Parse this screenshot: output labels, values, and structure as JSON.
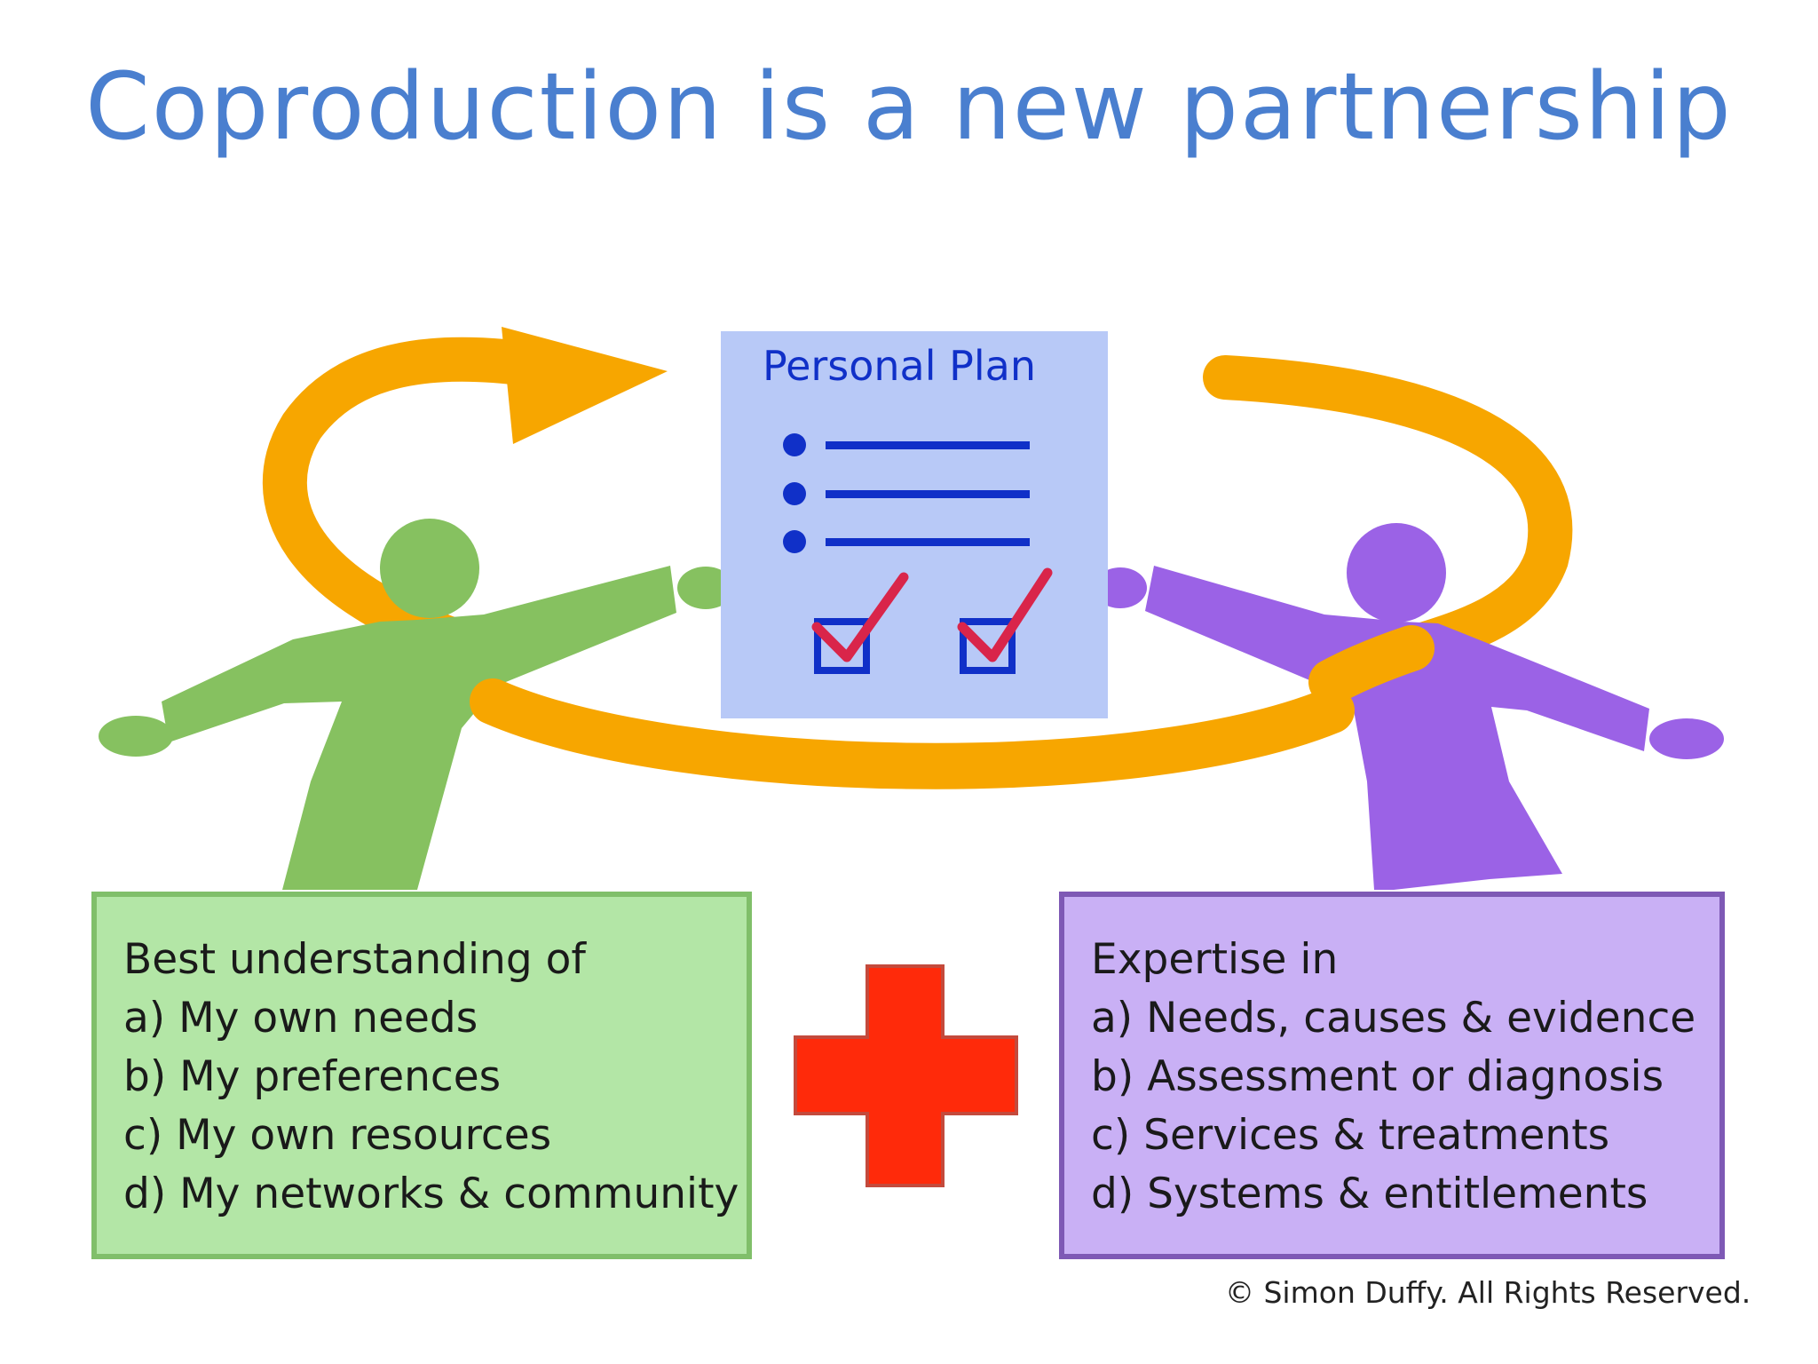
{
  "title": "Coproduction is a new partnership",
  "plan": {
    "title": "Personal Plan"
  },
  "left_box": {
    "heading": "Best understanding of",
    "items": [
      "a) My own needs",
      "b) My preferences",
      "c) My own resources",
      "d) My networks & community"
    ]
  },
  "right_box": {
    "heading": "Expertise in",
    "items": [
      "a) Needs, causes & evidence",
      "b) Assessment or diagnosis",
      "c) Services & treatments",
      "d) Systems & entitlements"
    ]
  },
  "copyright": "© Simon Duffy. All Rights Reserved.",
  "colors": {
    "title": "#4a7fcf",
    "arrow": "#f7a600",
    "person_left": "#86c160",
    "person_right": "#9b62e6",
    "plan_bg": "#b8c9f7",
    "plan_ink": "#1030c8",
    "check": "#d9254a",
    "plus": "#ff2a0a"
  },
  "icons": {
    "plus": "plus-icon",
    "check": "checkmark-icon"
  }
}
